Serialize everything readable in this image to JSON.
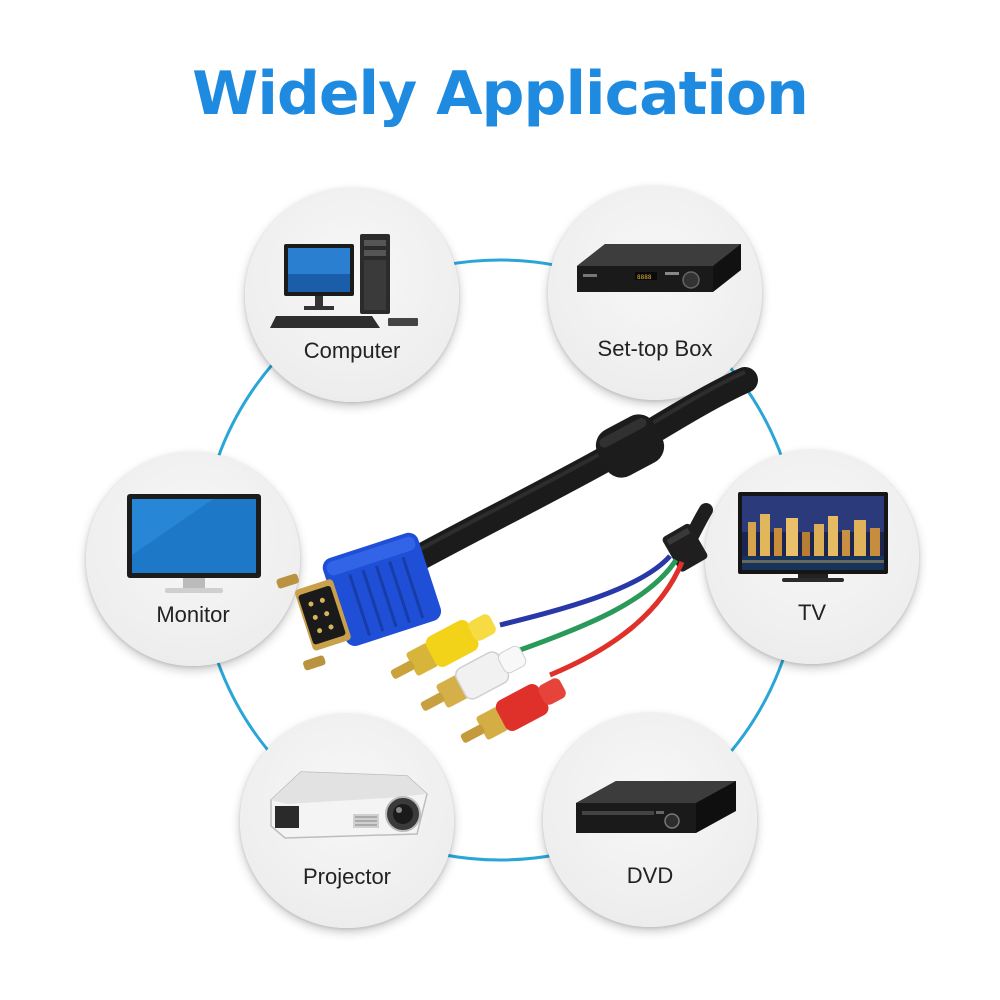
{
  "title": "Widely Application",
  "colors": {
    "title": "#1f8be0",
    "ring": "#2aa6d6",
    "circle_bg": "#eeeeee",
    "label": "#222222",
    "vga_blue": "#1f4fd6",
    "rca_yellow": "#f3d21a",
    "rca_white": "#f1f1f1",
    "rca_red": "#e0302a"
  },
  "devices": [
    {
      "label": "Computer",
      "icon": "computer-icon"
    },
    {
      "label": "Set-top Box",
      "icon": "set-top-box-icon"
    },
    {
      "label": "Monitor",
      "icon": "monitor-icon"
    },
    {
      "label": "TV",
      "icon": "tv-icon"
    },
    {
      "label": "Projector",
      "icon": "projector-icon"
    },
    {
      "label": "DVD",
      "icon": "dvd-icon"
    }
  ],
  "cable": {
    "icon": "vga-to-rca-cable-icon"
  }
}
